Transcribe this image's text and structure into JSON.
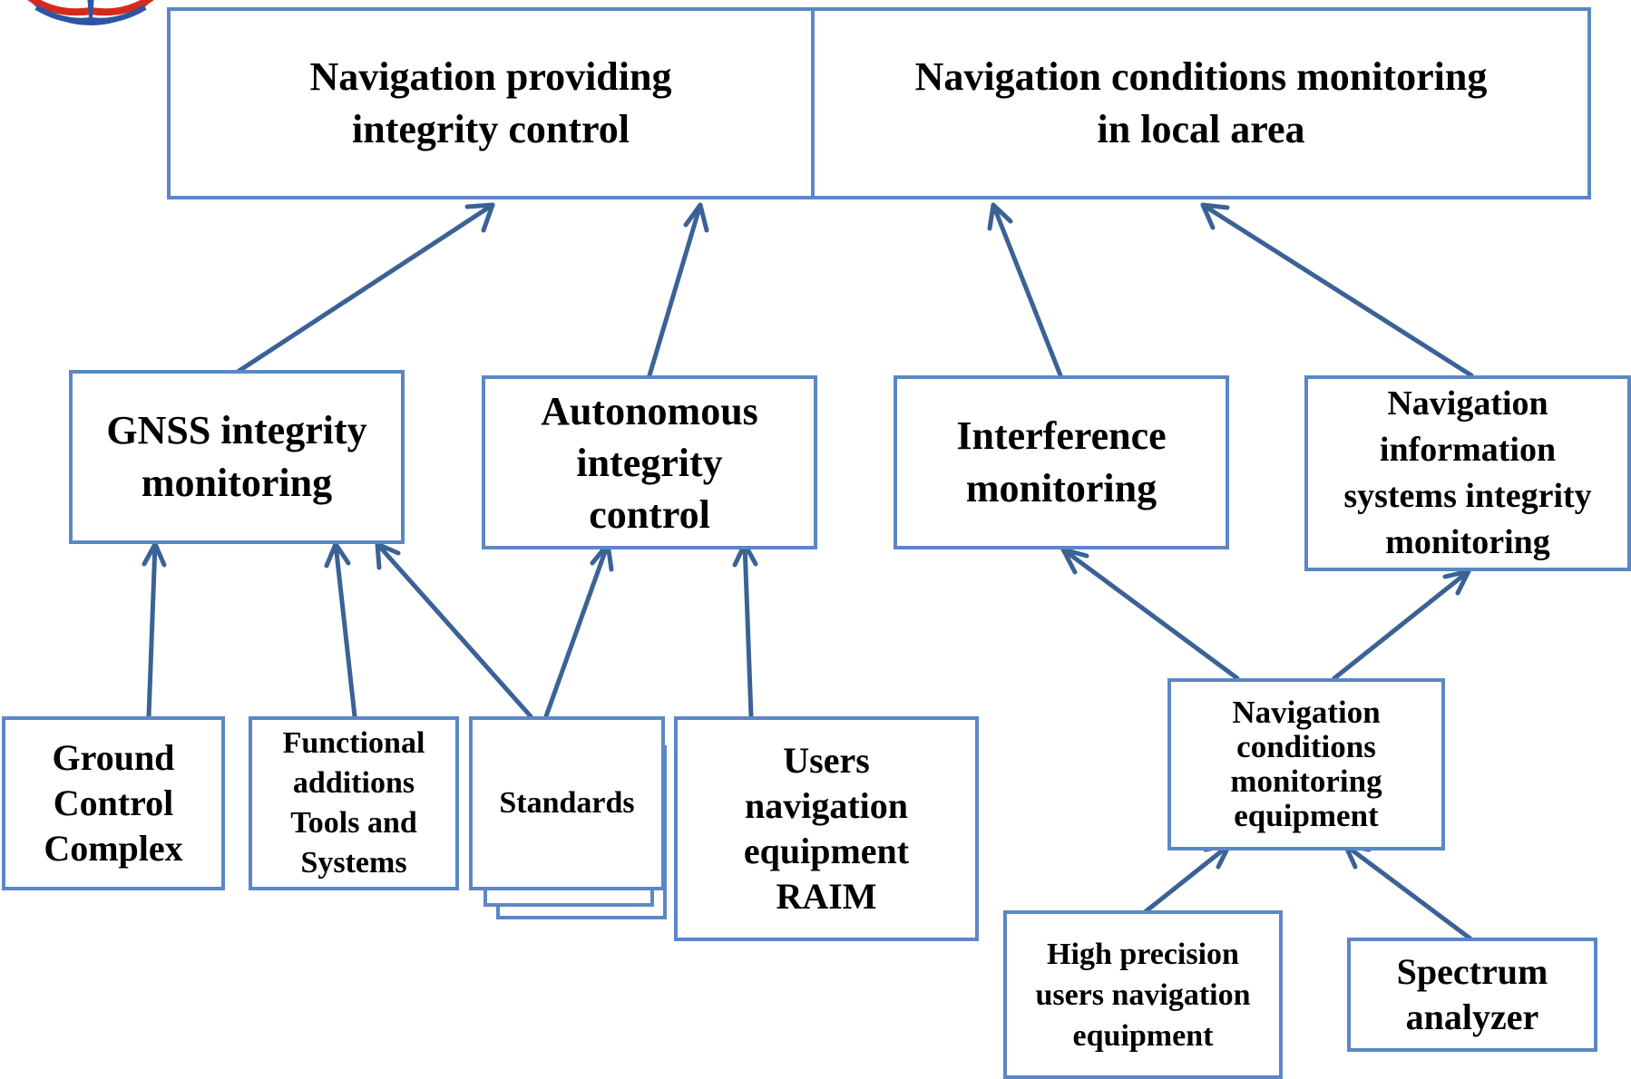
{
  "colors": {
    "box_border": "#5b87c5",
    "arrow": "#3a6296",
    "text": "#000000",
    "logo_blue": "#2e55a4",
    "logo_red": "#d52b1e"
  },
  "logo": {
    "icon": "emblem-icon"
  },
  "nodes": {
    "nav_integrity": "Navigation providing\nintegrity control",
    "nav_conditions": "Navigation conditions monitoring\nin local area",
    "gnss": "GNSS integrity\nmonitoring",
    "autonomous": "Autonomous\nintegrity\ncontrol",
    "interference": "Interference\nmonitoring",
    "info_systems": "Navigation\ninformation\nsystems integrity\nmonitoring",
    "ground": "Ground\nControl\nComplex",
    "functional": "Functional\nadditions\nTools and\nSystems",
    "standards": "Standards",
    "users_raim": "Users\nnavigation\nequipment\nRAIM",
    "nc_equipment": "Navigation\nconditions\nmonitoring\nequipment",
    "high_precision": "High precision\nusers navigation\nequipment",
    "spectrum": "Spectrum\nanalyzer"
  }
}
